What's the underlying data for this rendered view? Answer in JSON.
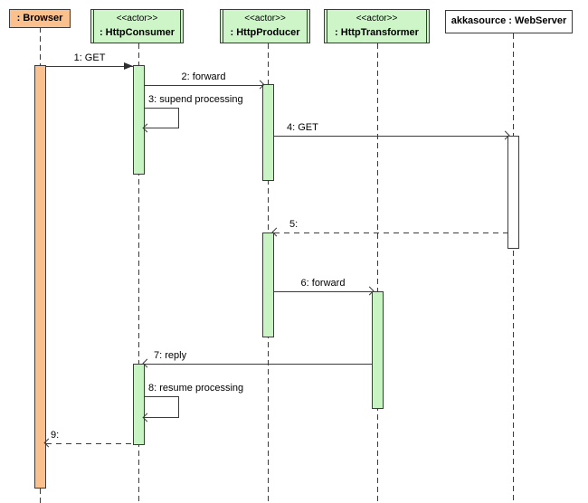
{
  "participants": [
    {
      "name": ": Browser",
      "stereotype": "",
      "kind": "object"
    },
    {
      "name": ": HttpConsumer",
      "stereotype": "<<actor>>",
      "kind": "actor"
    },
    {
      "name": ": HttpProducer",
      "stereotype": "<<actor>>",
      "kind": "actor"
    },
    {
      "name": ": HttpTransformer",
      "stereotype": "<<actor>>",
      "kind": "actor"
    },
    {
      "name": "akkasource : WebServer",
      "stereotype": "",
      "kind": "object"
    }
  ],
  "messages": [
    {
      "label": "1: GET",
      "from": "browser",
      "to": "http-consumer",
      "line": "solid",
      "arrow": "filled"
    },
    {
      "label": "2: forward",
      "from": "http-consumer",
      "to": "http-producer",
      "line": "solid",
      "arrow": "open"
    },
    {
      "label": "3: supend processing",
      "from": "http-consumer",
      "to": "http-consumer",
      "line": "solid",
      "arrow": "open",
      "kind": "self"
    },
    {
      "label": "4: GET",
      "from": "http-producer",
      "to": "web-server",
      "line": "solid",
      "arrow": "open"
    },
    {
      "label": "5:",
      "from": "web-server",
      "to": "http-producer",
      "line": "dashed",
      "arrow": "open"
    },
    {
      "label": "6: forward",
      "from": "http-producer",
      "to": "http-transformer",
      "line": "solid",
      "arrow": "open"
    },
    {
      "label": "7: reply",
      "from": "http-transformer",
      "to": "http-consumer",
      "line": "solid",
      "arrow": "open"
    },
    {
      "label": "8: resume processing",
      "from": "http-consumer",
      "to": "http-consumer",
      "line": "solid",
      "arrow": "open",
      "kind": "self"
    },
    {
      "label": "9:",
      "from": "http-consumer",
      "to": "browser",
      "line": "dashed",
      "arrow": "open"
    }
  ],
  "colors": {
    "object_fill": "#fac08e",
    "actor_fill": "#cdf5c8",
    "activation_green": "#c8f4c4",
    "activation_orange": "#fac08e",
    "activation_white": "#ffffff",
    "line": "#3b3b3b"
  }
}
